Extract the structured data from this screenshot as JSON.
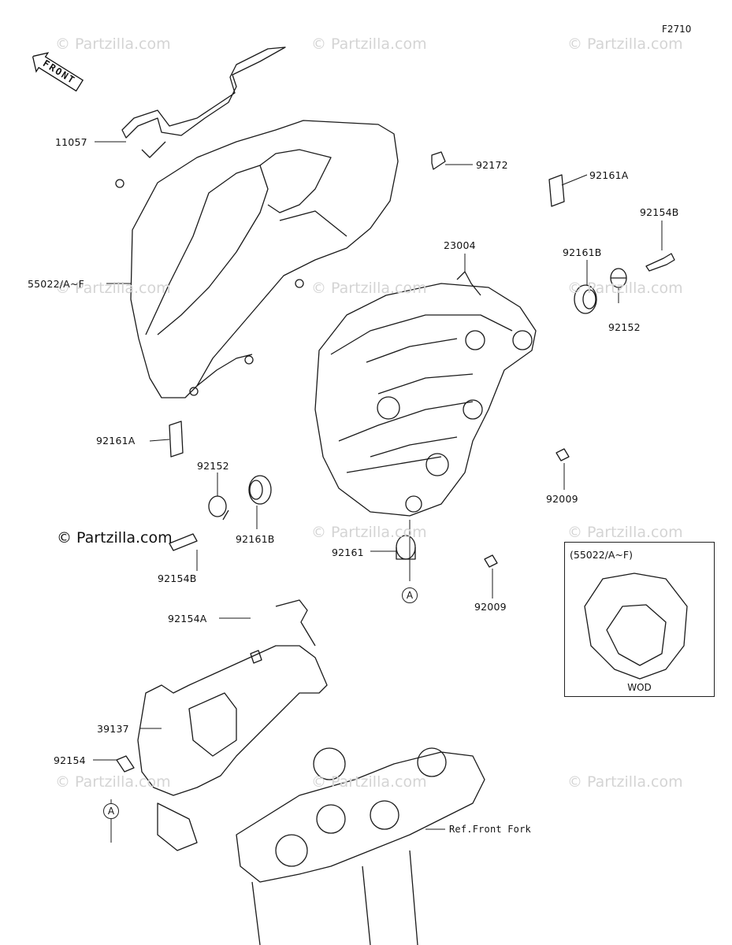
{
  "figure_id": "F2710",
  "front_arrow": "FRONT",
  "watermark": "© Partzilla.com",
  "inset": {
    "title": "(55022/A~F)",
    "caption": "WOD"
  },
  "callouts": [
    "A",
    "A"
  ],
  "labels": {
    "p11057": "11057",
    "p92172": "92172",
    "p92161A_top": "92161A",
    "p92154B_top": "92154B",
    "p23004": "23004",
    "p92161B_right": "92161B",
    "p92152_right": "92152",
    "p55022": "55022/A~F",
    "p92161A_left": "92161A",
    "p92152_left": "92152",
    "p92009_a": "92009",
    "p92161B_left": "92161B",
    "p92154B_left": "92154B",
    "p92161": "92161",
    "p92009_b": "92009",
    "p92154A": "92154A",
    "p39137": "39137",
    "p92154": "92154",
    "ref_front_fork": "Ref.Front Fork"
  },
  "colors": {
    "line": "#1a1a1a",
    "watermark": "#d4d4d4",
    "background": "#ffffff"
  }
}
